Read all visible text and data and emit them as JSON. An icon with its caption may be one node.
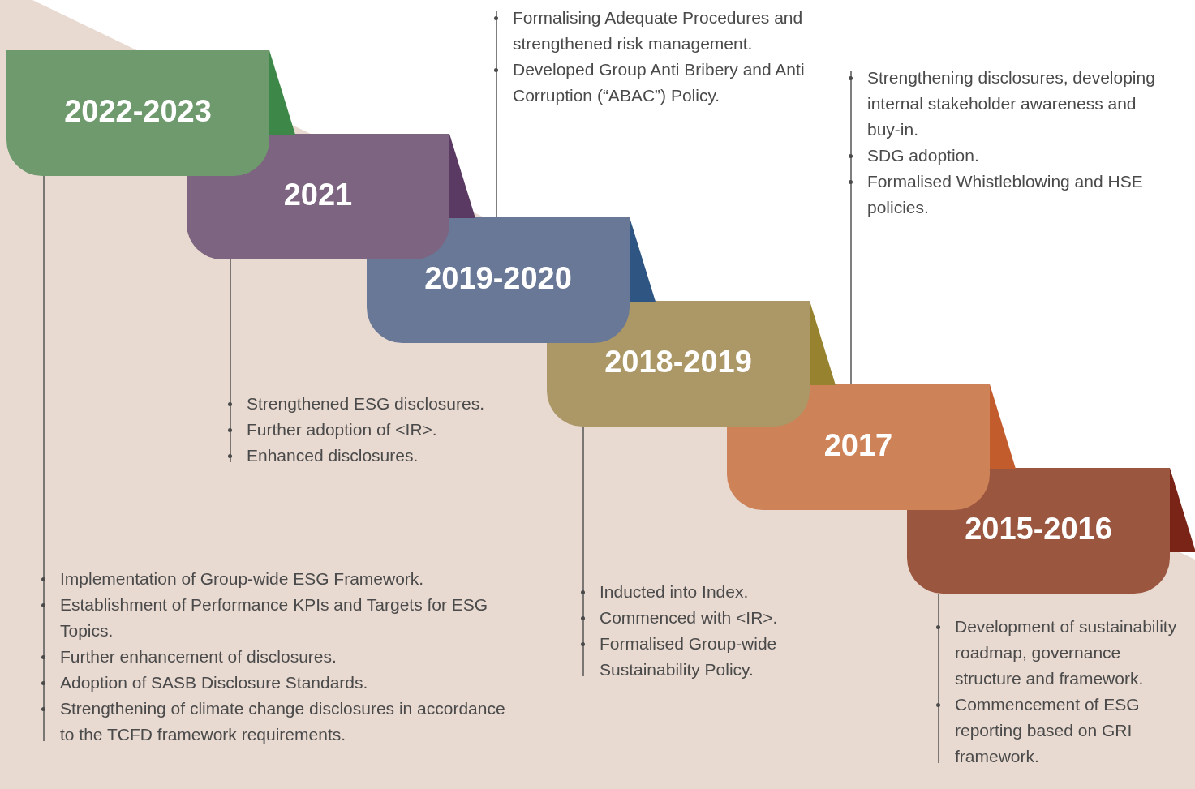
{
  "diagram": {
    "nodes": [
      {
        "text": [
          "2022-2023"
        ]
      },
      {
        "text": [
          "2021"
        ]
      },
      {
        "text": [
          "2019-2020"
        ]
      },
      {
        "text": [
          "2018-2019"
        ]
      },
      {
        "text": [
          "2017"
        ]
      },
      {
        "text": [
          "2015-2016"
        ]
      },
      {
        "text": [
          "Implementation of Group-wide ESG Framework.",
          "Establishment of Performance KPIs and Targets for ESG Topics.",
          "Further enhancement of disclosures.",
          "Adoption of SASB Disclosure Standards.",
          "Strengthening of climate change disclosures in accordance to the TCFD framework requirements."
        ]
      },
      {
        "text": [
          "Strengthened ESG disclosures.",
          "Further adoption of <IR>.",
          "Enhanced disclosures."
        ]
      },
      {
        "text": [
          "Formalising Adequate Procedures and strengthened risk management.",
          "Developed Group Anti Bribery and Anti Corruption (“ABAC”) Policy."
        ]
      },
      {
        "text": [
          "Inducted into Index.",
          "Commenced with <IR>.",
          "Formalised Group-wide Sustainability Policy."
        ]
      },
      {
        "text": [
          "Strengthening disclosures, developing internal stakeholder awareness and buy-in.",
          "SDG adoption.",
          "Formalised Whistleblowing and HSE policies."
        ]
      },
      {
        "text": [
          "Development of sustainability roadmap, governance structure and framework.",
          "Commencement of ESG reporting based on GRI framework."
        ]
      }
    ],
    "edges": [
      {
        "from": 0,
        "to": 6,
        "arrow": "none"
      },
      {
        "from": 1,
        "to": 7,
        "arrow": "none"
      },
      {
        "from": 2,
        "to": 8,
        "arrow": "none"
      },
      {
        "from": 3,
        "to": 9,
        "arrow": "none"
      },
      {
        "from": 4,
        "to": 10,
        "arrow": "none"
      },
      {
        "from": 5,
        "to": 11,
        "arrow": "none"
      }
    ]
  }
}
